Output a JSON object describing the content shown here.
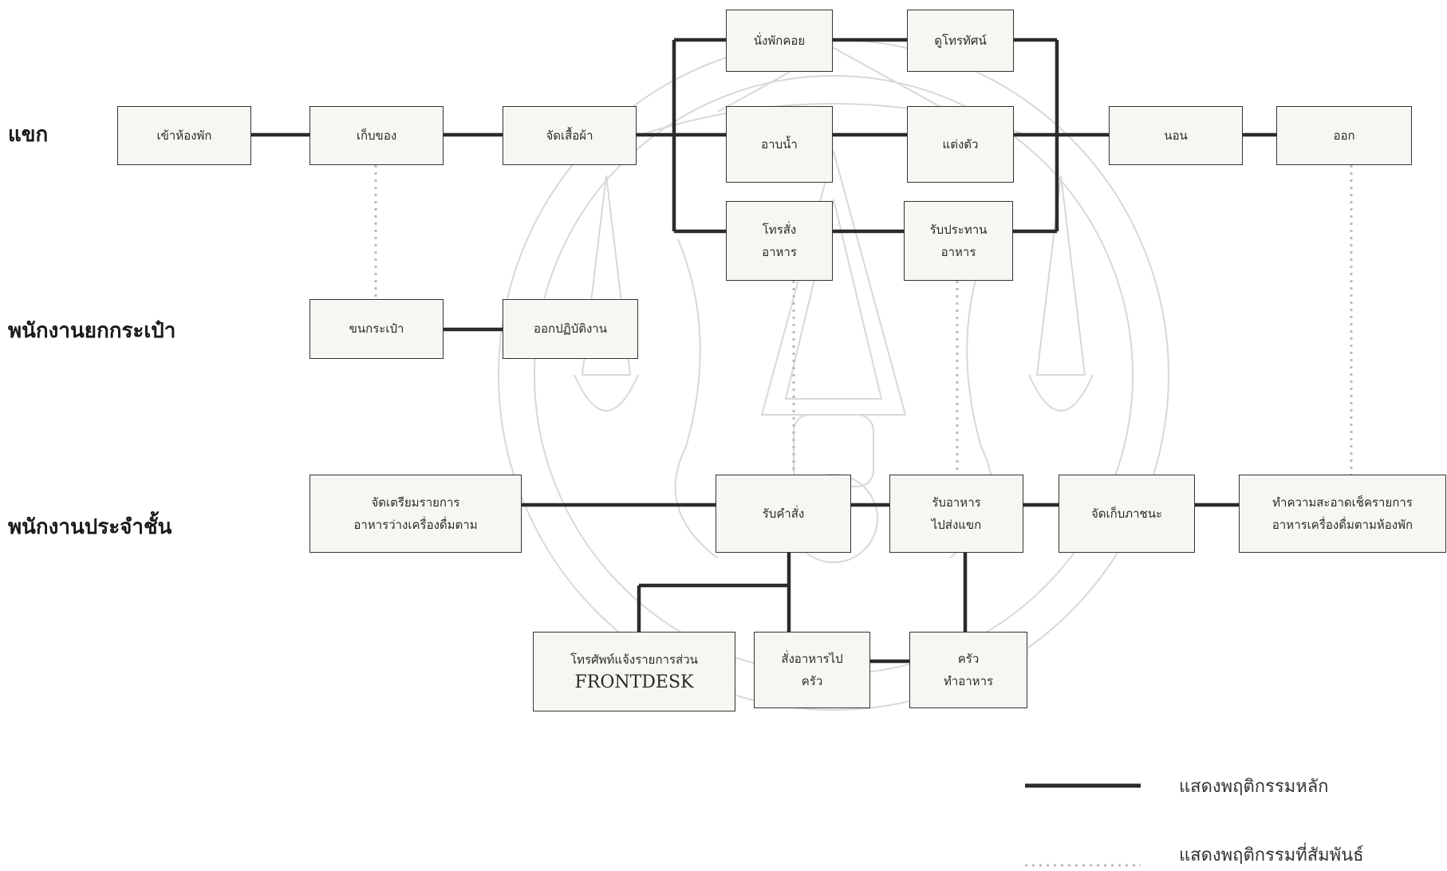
{
  "lanes": {
    "guest": "แขก",
    "porter": "พนักงานยกกระเป๋า",
    "floor": "พนักงานประจำชั้น"
  },
  "boxes": {
    "check_in": [
      "เข้าห้องพัก"
    ],
    "store": [
      "เก็บของ"
    ],
    "clothes": [
      "จัดเสื้อผ้า"
    ],
    "sit": [
      "นั่งพักคอย"
    ],
    "tv": [
      "ดูโทรทัศน์"
    ],
    "bath": [
      "อาบน้ำ"
    ],
    "dress": [
      "แต่งตัว"
    ],
    "call_order": [
      "โทรสั่ง",
      "อาหาร"
    ],
    "eat": [
      "รับประทาน",
      "อาหาร"
    ],
    "sleep": [
      "นอน"
    ],
    "out": [
      "ออก"
    ],
    "carry": [
      "ขนกระเป๋า"
    ],
    "go_work": [
      "ออกปฏิบัติงาน"
    ],
    "prepare": [
      "จัดเตรียมรายการ",
      "อาหารว่างเครื่องดื่มตาม"
    ],
    "take_order": [
      "รับคำสั่ง"
    ],
    "deliver": [
      "รับอาหาร",
      "ไปส่งแขก"
    ],
    "collect": [
      "จัดเก็บภาชนะ"
    ],
    "clean": [
      "ทำความสะอาดเช็ครายการ",
      "อาหารเครื่องดื่มตามห้องพัก"
    ],
    "phone": [
      "โทรศัพท์แจ้งรายการส่วน",
      "FRONTDESK"
    ],
    "send_kitchen": [
      "สั่งอาหารไป",
      "ครัว"
    ],
    "kitchen": [
      "ครัว",
      "ทำอาหาร"
    ]
  },
  "legend": {
    "main": "แสดงพฤติกรรมหลัก",
    "related": "แสดงพฤติกรรมที่สัมพันธ์"
  },
  "colors": {
    "main_line": "#2b2b2b",
    "related_line": "#b9b9b9",
    "box_fill": "#f7f6f2",
    "watermark": "#cccccc"
  }
}
